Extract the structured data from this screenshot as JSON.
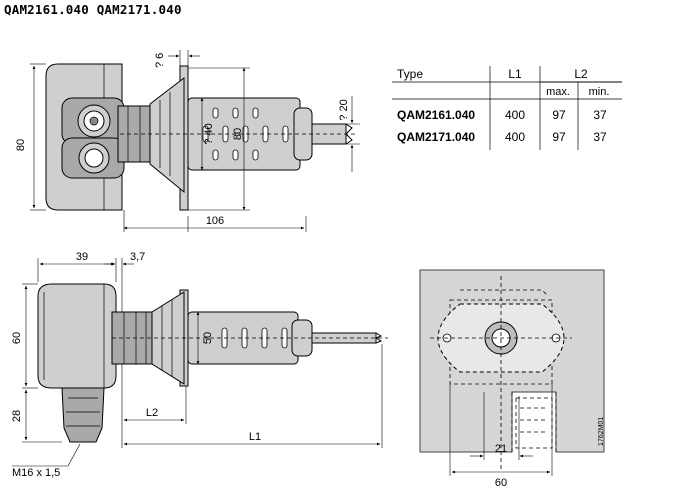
{
  "header": {
    "title": "QAM2161.040  QAM2171.040"
  },
  "dimensions": {
    "top_view": {
      "height": "80",
      "hole": "? 6",
      "tip": "? 20",
      "collar": "? 40",
      "sensor": "80",
      "length": "106"
    },
    "side_view": {
      "width": "39",
      "offset": "3,7",
      "height": "60",
      "gland": "28",
      "sensor": "50",
      "l2": "L2",
      "l1": "L1",
      "thread": "M16 x 1,5"
    },
    "flange_view": {
      "hole_spacing": "21",
      "width": "60",
      "code": "1762M01"
    }
  },
  "table": {
    "headers": {
      "type": "Type",
      "l1": "L1",
      "l2": "L2",
      "max": "max.",
      "min": "min."
    },
    "rows": [
      {
        "type": "QAM2161.040",
        "l1": "400",
        "max": "97",
        "min": "37"
      },
      {
        "type": "QAM2171.040",
        "l1": "400",
        "max": "97",
        "min": "37"
      }
    ]
  }
}
